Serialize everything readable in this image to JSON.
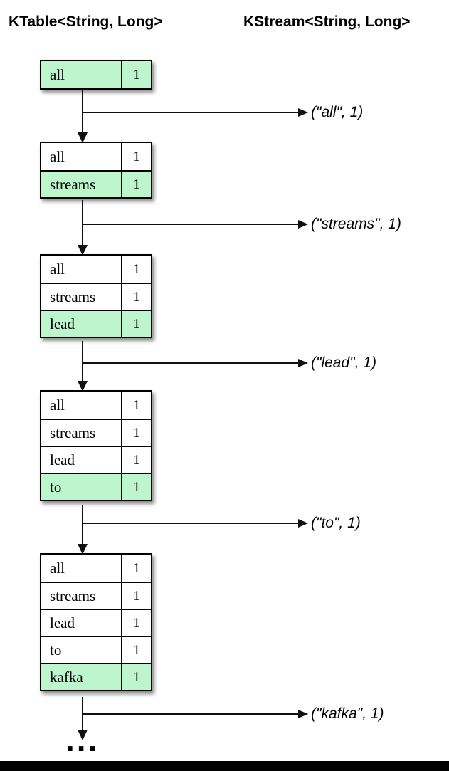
{
  "headers": {
    "left": "KTable<String, Long>",
    "right": "KStream<String, Long>"
  },
  "colors": {
    "highlight_green": "#bdf5cd",
    "row_white": "#ffffff",
    "line_black": "#111111"
  },
  "stages": [
    {
      "rows": [
        {
          "key": "all",
          "value": "1",
          "highlight": true
        }
      ],
      "emit": "(\"all\", 1)"
    },
    {
      "rows": [
        {
          "key": "all",
          "value": "1",
          "highlight": false
        },
        {
          "key": "streams",
          "value": "1",
          "highlight": true
        }
      ],
      "emit": "(\"streams\", 1)"
    },
    {
      "rows": [
        {
          "key": "all",
          "value": "1",
          "highlight": false
        },
        {
          "key": "streams",
          "value": "1",
          "highlight": false
        },
        {
          "key": "lead",
          "value": "1",
          "highlight": true
        }
      ],
      "emit": "(\"lead\", 1)"
    },
    {
      "rows": [
        {
          "key": "all",
          "value": "1",
          "highlight": false
        },
        {
          "key": "streams",
          "value": "1",
          "highlight": false
        },
        {
          "key": "lead",
          "value": "1",
          "highlight": false
        },
        {
          "key": "to",
          "value": "1",
          "highlight": true
        }
      ],
      "emit": "(\"to\", 1)"
    },
    {
      "rows": [
        {
          "key": "all",
          "value": "1",
          "highlight": false
        },
        {
          "key": "streams",
          "value": "1",
          "highlight": false
        },
        {
          "key": "lead",
          "value": "1",
          "highlight": false
        },
        {
          "key": "to",
          "value": "1",
          "highlight": false
        },
        {
          "key": "kafka",
          "value": "1",
          "highlight": true
        }
      ],
      "emit": "(\"kafka\", 1)"
    }
  ],
  "ellipsis": "..."
}
